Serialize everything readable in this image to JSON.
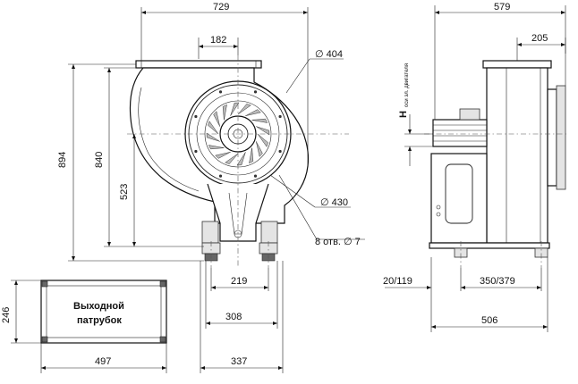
{
  "front_view": {
    "overall_width": "729",
    "outlet_offset": "182",
    "overall_height": "894",
    "outlet_height": "840",
    "shaft_height": "523",
    "inlet_diameter": "∅ 404",
    "flange_diameter": "∅ 430",
    "holes": "8 отв. ∅ 7",
    "foot_spacing": "219",
    "foot_width": "308",
    "base_width": "337"
  },
  "side_view": {
    "overall_depth": "579",
    "outlet_offset": "205",
    "motor_axis_label": "оси эл. двигателя",
    "motor_axis_symbol": "H",
    "offset_left": "20/119",
    "foot_spacing": "350/379",
    "base_depth": "506"
  },
  "outlet_detail": {
    "title_line1": "Выходной",
    "title_line2": "патрубок",
    "width": "497",
    "height": "246"
  }
}
